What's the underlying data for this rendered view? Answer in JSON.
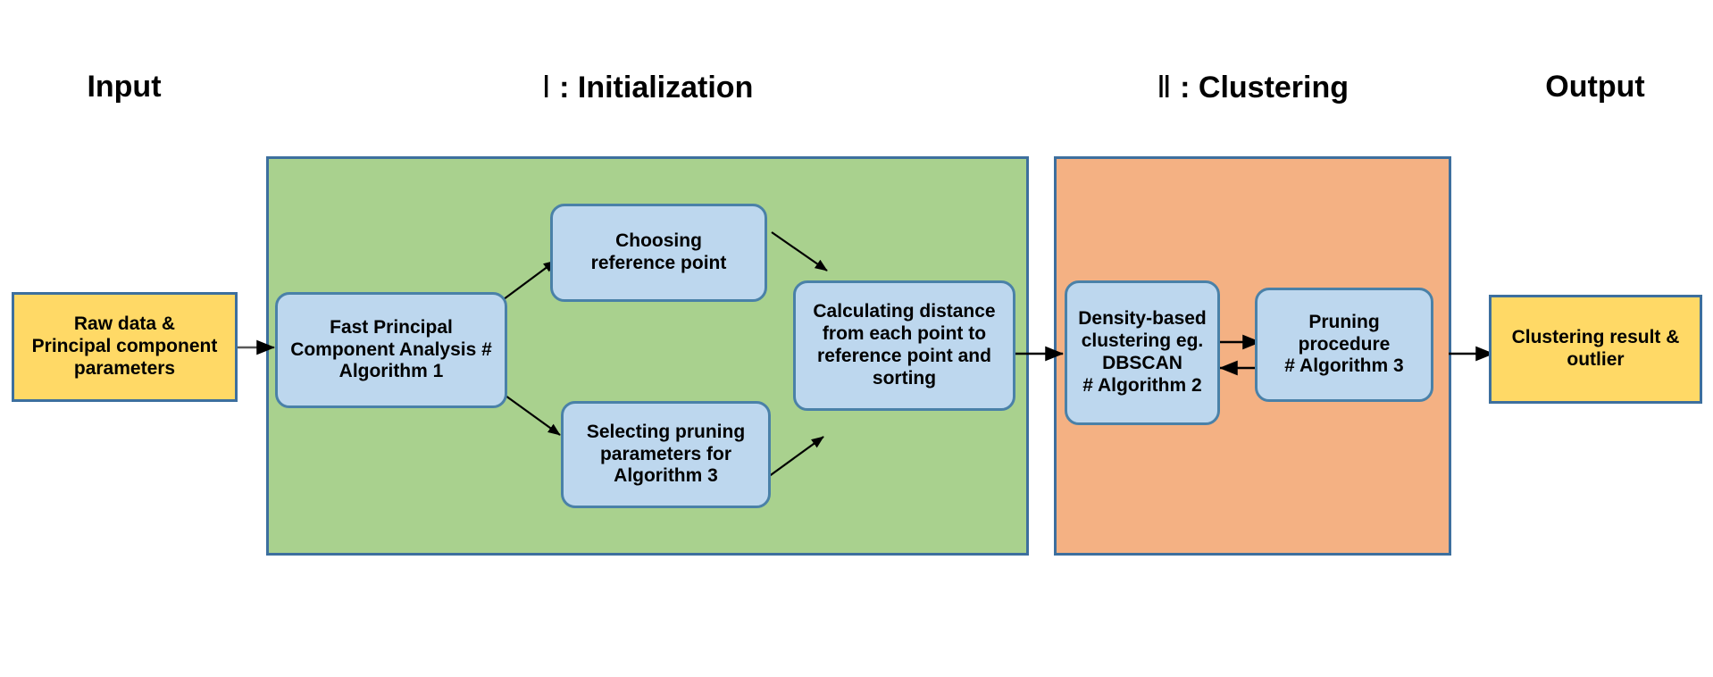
{
  "diagram": {
    "title_bar": {
      "stages": [
        {
          "id": "input",
          "label": "Input",
          "roman": ""
        },
        {
          "id": "initialization",
          "roman": "Ⅰ",
          "label": " : Initialization"
        },
        {
          "id": "clustering",
          "roman": "Ⅱ",
          "label": " : Clustering"
        },
        {
          "id": "output",
          "label": "Output",
          "roman": ""
        }
      ]
    },
    "colors": {
      "panel_green": "#a9d18e",
      "panel_orange": "#f4b183",
      "node_yellow": "#ffd966",
      "node_blue": "#bdd7ee",
      "border_blue": "#3d6f9e",
      "arrow": "#000000",
      "text": "#000000"
    },
    "panels": [
      {
        "id": "panel-initialization",
        "fill": "#a9d18e"
      },
      {
        "id": "panel-clustering",
        "fill": "#f4b183"
      }
    ],
    "nodes": {
      "input_data": "Raw data &\nPrincipal component\nparameters",
      "fast_pca": "Fast Principal\nComponent Analysis #\nAlgorithm 1",
      "choosing_reference": "Choosing\nreference point",
      "selecting_pruning": "Selecting pruning\nparameters for\nAlgorithm 3",
      "calculating_distance": "Calculating distance\nfrom each point to\nreference point and\nsorting",
      "density_clustering": "Density-based\nclustering eg.\nDBSCAN\n# Algorithm 2",
      "pruning_procedure": "Pruning\nprocedure\n# Algorithm 3",
      "output_result": "Clustering result &\noutlier"
    },
    "edges": [
      {
        "id": "input-to-pca",
        "from": "input_data",
        "to": "fast_pca",
        "style": "straight-right"
      },
      {
        "id": "pca-to-choosing",
        "from": "fast_pca",
        "to": "choosing_reference",
        "style": "diagonal-up-right"
      },
      {
        "id": "pca-to-selecting",
        "from": "fast_pca",
        "to": "selecting_pruning",
        "style": "diagonal-down-right"
      },
      {
        "id": "choosing-to-calculating",
        "from": "choosing_reference",
        "to": "calculating_distance",
        "style": "diagonal-down-right"
      },
      {
        "id": "selecting-to-calculating",
        "from": "selecting_pruning",
        "to": "calculating_distance",
        "style": "diagonal-up-right"
      },
      {
        "id": "calculating-to-density",
        "from": "calculating_distance",
        "to": "density_clustering",
        "style": "straight-right"
      },
      {
        "id": "density-to-pruning",
        "from": "density_clustering",
        "to": "pruning_procedure",
        "style": "straight-right"
      },
      {
        "id": "pruning-to-density",
        "from": "pruning_procedure",
        "to": "density_clustering",
        "style": "straight-left"
      },
      {
        "id": "pruning-to-output",
        "from": "pruning_procedure",
        "to": "output_result",
        "style": "straight-right"
      }
    ]
  }
}
